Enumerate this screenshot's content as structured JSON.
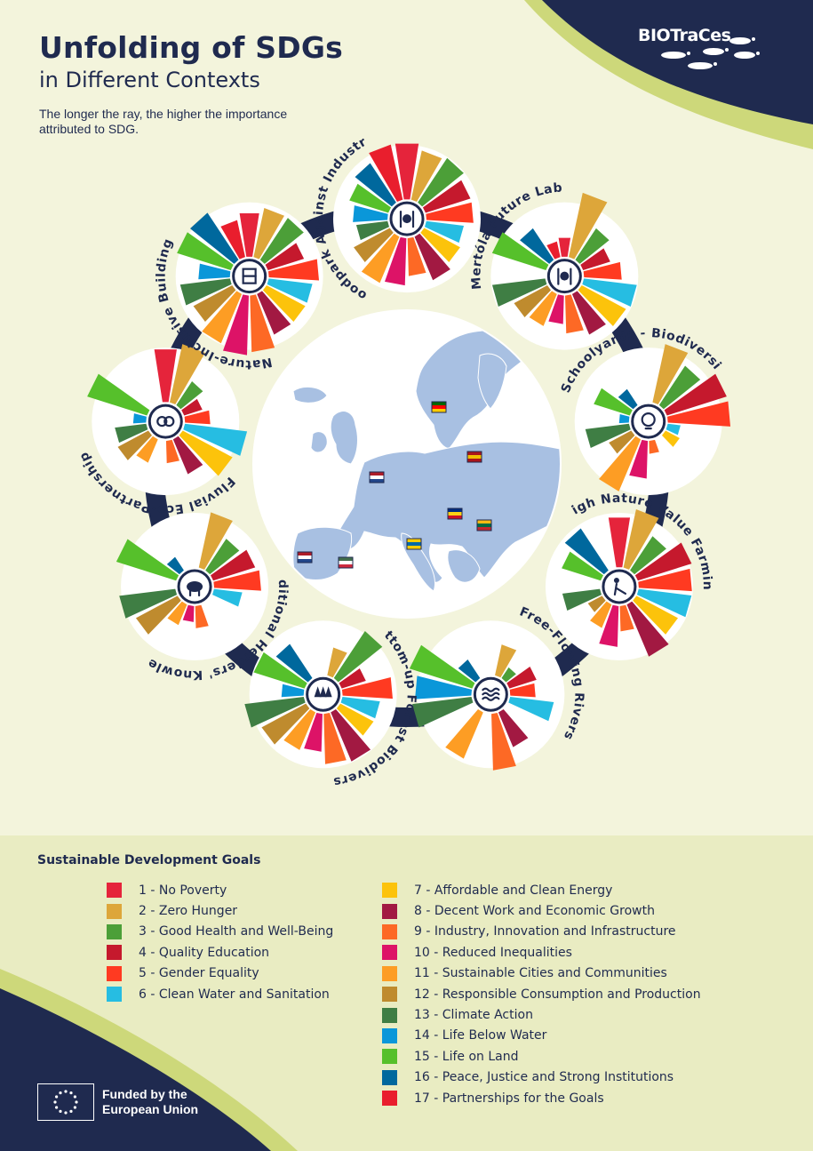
{
  "header": {
    "title": "Unfolding of SDGs",
    "subtitle": "in Different Contexts",
    "note": "The longer the ray, the higher the importance attributed to SDG.",
    "brand": "BIOTraCes"
  },
  "colors": {
    "navy": "#1f2a4f",
    "background": "#f3f4dc",
    "legend_band": "#e9ecc2",
    "map_land": "#a8c0e2",
    "map_sea": "#ffffff"
  },
  "sdg_legend": {
    "title": "Sustainable Development Goals",
    "items": [
      {
        "label": "1 - No Poverty",
        "color": "#e5243b"
      },
      {
        "label": "2 - Zero Hunger",
        "color": "#dda63a"
      },
      {
        "label": "3 - Good Health and Well-Being",
        "color": "#4c9f38"
      },
      {
        "label": "4 - Quality Education",
        "color": "#c5192d"
      },
      {
        "label": "5 - Gender Equality",
        "color": "#ff3a21"
      },
      {
        "label": "6 - Clean Water and Sanitation",
        "color": "#26bde2"
      },
      {
        "label": "7 - Affordable and Clean Energy",
        "color": "#fcc30b"
      },
      {
        "label": "8 - Decent Work and Economic Growth",
        "color": "#a21942"
      },
      {
        "label": "9 - Industry, Innovation and Infrastructure",
        "color": "#fd6925"
      },
      {
        "label": "10 - Reduced Inequalities",
        "color": "#dd1367"
      },
      {
        "label": "11 - Sustainable Cities and Communities",
        "color": "#fd9d24"
      },
      {
        "label": "12 - Responsible Consumption and Production",
        "color": "#bf8b2e"
      },
      {
        "label": "13 - Climate Action",
        "color": "#3f7e44"
      },
      {
        "label": "14 - Life Below Water",
        "color": "#0a97d9"
      },
      {
        "label": "15 - Life on Land",
        "color": "#56c02b"
      },
      {
        "label": "16 - Peace, Justice and Strong Institutions",
        "color": "#00689d"
      },
      {
        "label": "17 - Partnerships for the Goals",
        "color": "#e91e2d"
      }
    ]
  },
  "contexts": [
    {
      "name": "Foodpark Against Industry",
      "icon": "food-icon",
      "flag": [
        "#ae1c28",
        "#ffffff",
        "#21468b"
      ],
      "sdg_importance": [
        0.85,
        0.75,
        0.8,
        0.7,
        0.7,
        0.55,
        0.6,
        0.7,
        0.55,
        0.7,
        0.75,
        0.6,
        0.45,
        0.5,
        0.6,
        0.7,
        0.85
      ]
    },
    {
      "name": "Mertóla Future Lab",
      "icon": "food-icon",
      "flag": [
        "#006600",
        "#ff0000",
        "#ffcc00"
      ],
      "sdg_importance": [
        0.25,
        1.0,
        0.55,
        0.4,
        0.55,
        0.8,
        0.75,
        0.65,
        0.55,
        0.4,
        0.5,
        0.55,
        0.8,
        0.0,
        0.85,
        0.55,
        0.2
      ]
    },
    {
      "name": "Urban Schoolyards - Biodiversity Lab",
      "icon": "bulb-icon",
      "flag": [
        "#aa151b",
        "#f1bf00",
        "#aa151b"
      ],
      "sdg_importance": [
        0.0,
        0.9,
        0.7,
        0.95,
        0.95,
        0.15,
        0.2,
        0.0,
        0.15,
        0.55,
        0.85,
        0.35,
        0.65,
        0.1,
        0.55,
        0.25,
        0.0
      ]
    },
    {
      "name": "High Nature Value Farming",
      "icon": "worker-icon",
      "flag": [
        "#002b7f",
        "#fcd116",
        "#ce1126"
      ],
      "sdg_importance": [
        0.75,
        0.9,
        0.6,
        0.85,
        0.8,
        0.8,
        0.7,
        0.85,
        0.35,
        0.6,
        0.35,
        0.2,
        0.55,
        0.0,
        0.6,
        0.75,
        0.0
      ]
    },
    {
      "name": "Free-Flowing Rivers",
      "icon": "river-icon",
      "flag": [
        "#fdb913",
        "#006a44",
        "#c1272d"
      ],
      "sdg_importance": [
        0.0,
        0.45,
        0.15,
        0.4,
        0.35,
        0.65,
        0.0,
        0.55,
        0.85,
        0.0,
        0.75,
        0.0,
        0.9,
        0.85,
        1.0,
        0.3,
        0.0
      ]
    },
    {
      "name": "Bottom-up Forest Biodiversity",
      "icon": "forest-icon",
      "flag": [
        "#fecc00",
        "#006aa7",
        "#fecc00"
      ],
      "sdg_importance": [
        0.0,
        0.4,
        0.85,
        0.35,
        0.75,
        0.55,
        0.55,
        0.8,
        0.75,
        0.55,
        0.6,
        0.75,
        0.9,
        0.3,
        0.8,
        0.6,
        0.0
      ]
    },
    {
      "name": "Traditional Herders' Knowledge",
      "icon": "sheep-icon",
      "flag": [
        "#436f4d",
        "#ffffff",
        "#cd2a3e"
      ],
      "sdg_importance": [
        0.0,
        0.85,
        0.55,
        0.65,
        0.7,
        0.4,
        0.0,
        0.0,
        0.3,
        0.2,
        0.3,
        0.7,
        0.85,
        0.0,
        0.95,
        0.2,
        0.0
      ]
    },
    {
      "name": "Fluvial Eco-Partnership",
      "icon": "partnership-icon",
      "flag": [
        "#ae1c28",
        "#ffffff",
        "#21468b"
      ],
      "sdg_importance": [
        0.8,
        0.9,
        0.4,
        0.25,
        0.35,
        0.95,
        0.85,
        0.55,
        0.3,
        0.0,
        0.35,
        0.5,
        0.45,
        0.15,
        0.95,
        0.0,
        0.0
      ]
    },
    {
      "name": "Nature-Inclusive Building",
      "icon": "building-icon",
      "flag": [
        "#ae1c28",
        "#ffffff",
        "#21468b"
      ],
      "sdg_importance": [
        0.65,
        0.75,
        0.75,
        0.55,
        0.75,
        0.65,
        0.65,
        0.65,
        0.85,
        0.9,
        0.8,
        0.65,
        0.75,
        0.45,
        0.85,
        0.85,
        0.55
      ]
    }
  ],
  "funding": {
    "text": "Funded by the European Union"
  }
}
